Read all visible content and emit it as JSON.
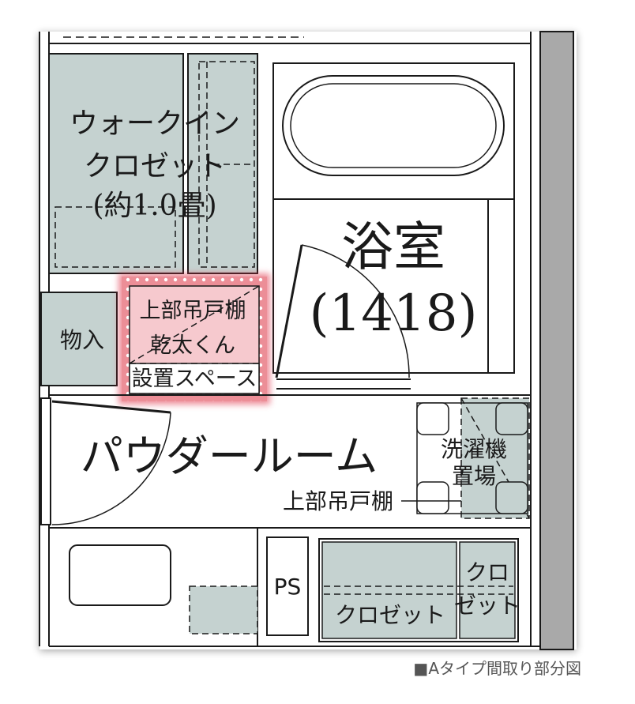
{
  "colors": {
    "fill_room": "#c5d2d0",
    "highlight": "#e0364c",
    "wall_gray": "#a9a9a9",
    "line": "#1a1a1a"
  },
  "rooms": {
    "walkin_closet": {
      "line1": "ウォークイン",
      "line2": "クロゼット",
      "line3": "(約1.0畳)"
    },
    "bathroom": {
      "name": "浴室",
      "size": "(1418)"
    },
    "storage": {
      "label": "物入"
    },
    "dryer_space": {
      "line1": "上部吊戸棚",
      "line2": "乾太くん",
      "line3": "設置スペース"
    },
    "powder_room": {
      "label": "パウダールーム"
    },
    "washer_space": {
      "line1": "洗濯機",
      "line2": "置場"
    },
    "upper_cabinet": {
      "label": "上部吊戸棚"
    },
    "ps": {
      "label": "PS"
    },
    "closet_main": {
      "label": "クロゼット"
    },
    "closet_side": {
      "line1": "クロ",
      "line2": "ゼット"
    }
  },
  "caption": "■Aタイプ間取り部分図"
}
